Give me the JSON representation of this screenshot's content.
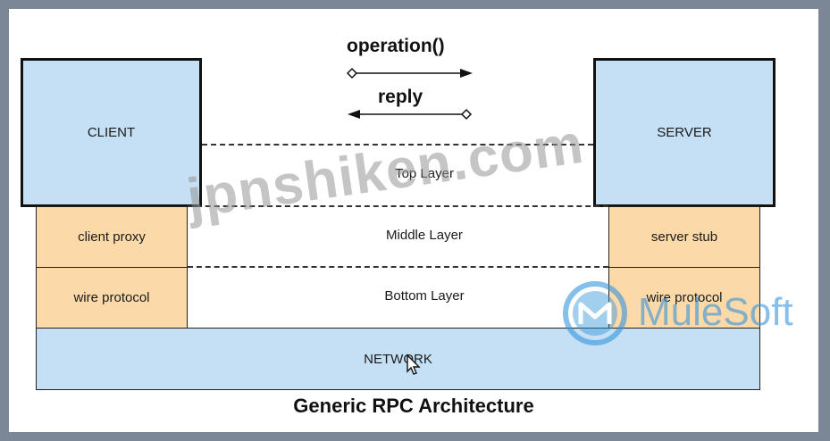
{
  "arrows": {
    "operation_label": "operation()",
    "reply_label": "reply"
  },
  "client": {
    "label": "CLIENT",
    "proxy_label": "client proxy",
    "wire_label": "wire protocol"
  },
  "server": {
    "label": "SERVER",
    "stub_label": "server stub",
    "wire_label": "wire protocol"
  },
  "layers": {
    "top": "Top Layer",
    "middle": "Middle Layer",
    "bottom": "Bottom Layer"
  },
  "network_label": "NETWORK",
  "title": "Generic RPC Architecture",
  "watermark": "jpnshiken.com",
  "logo": {
    "text": "MuleSoft",
    "color": "#3494dc"
  }
}
